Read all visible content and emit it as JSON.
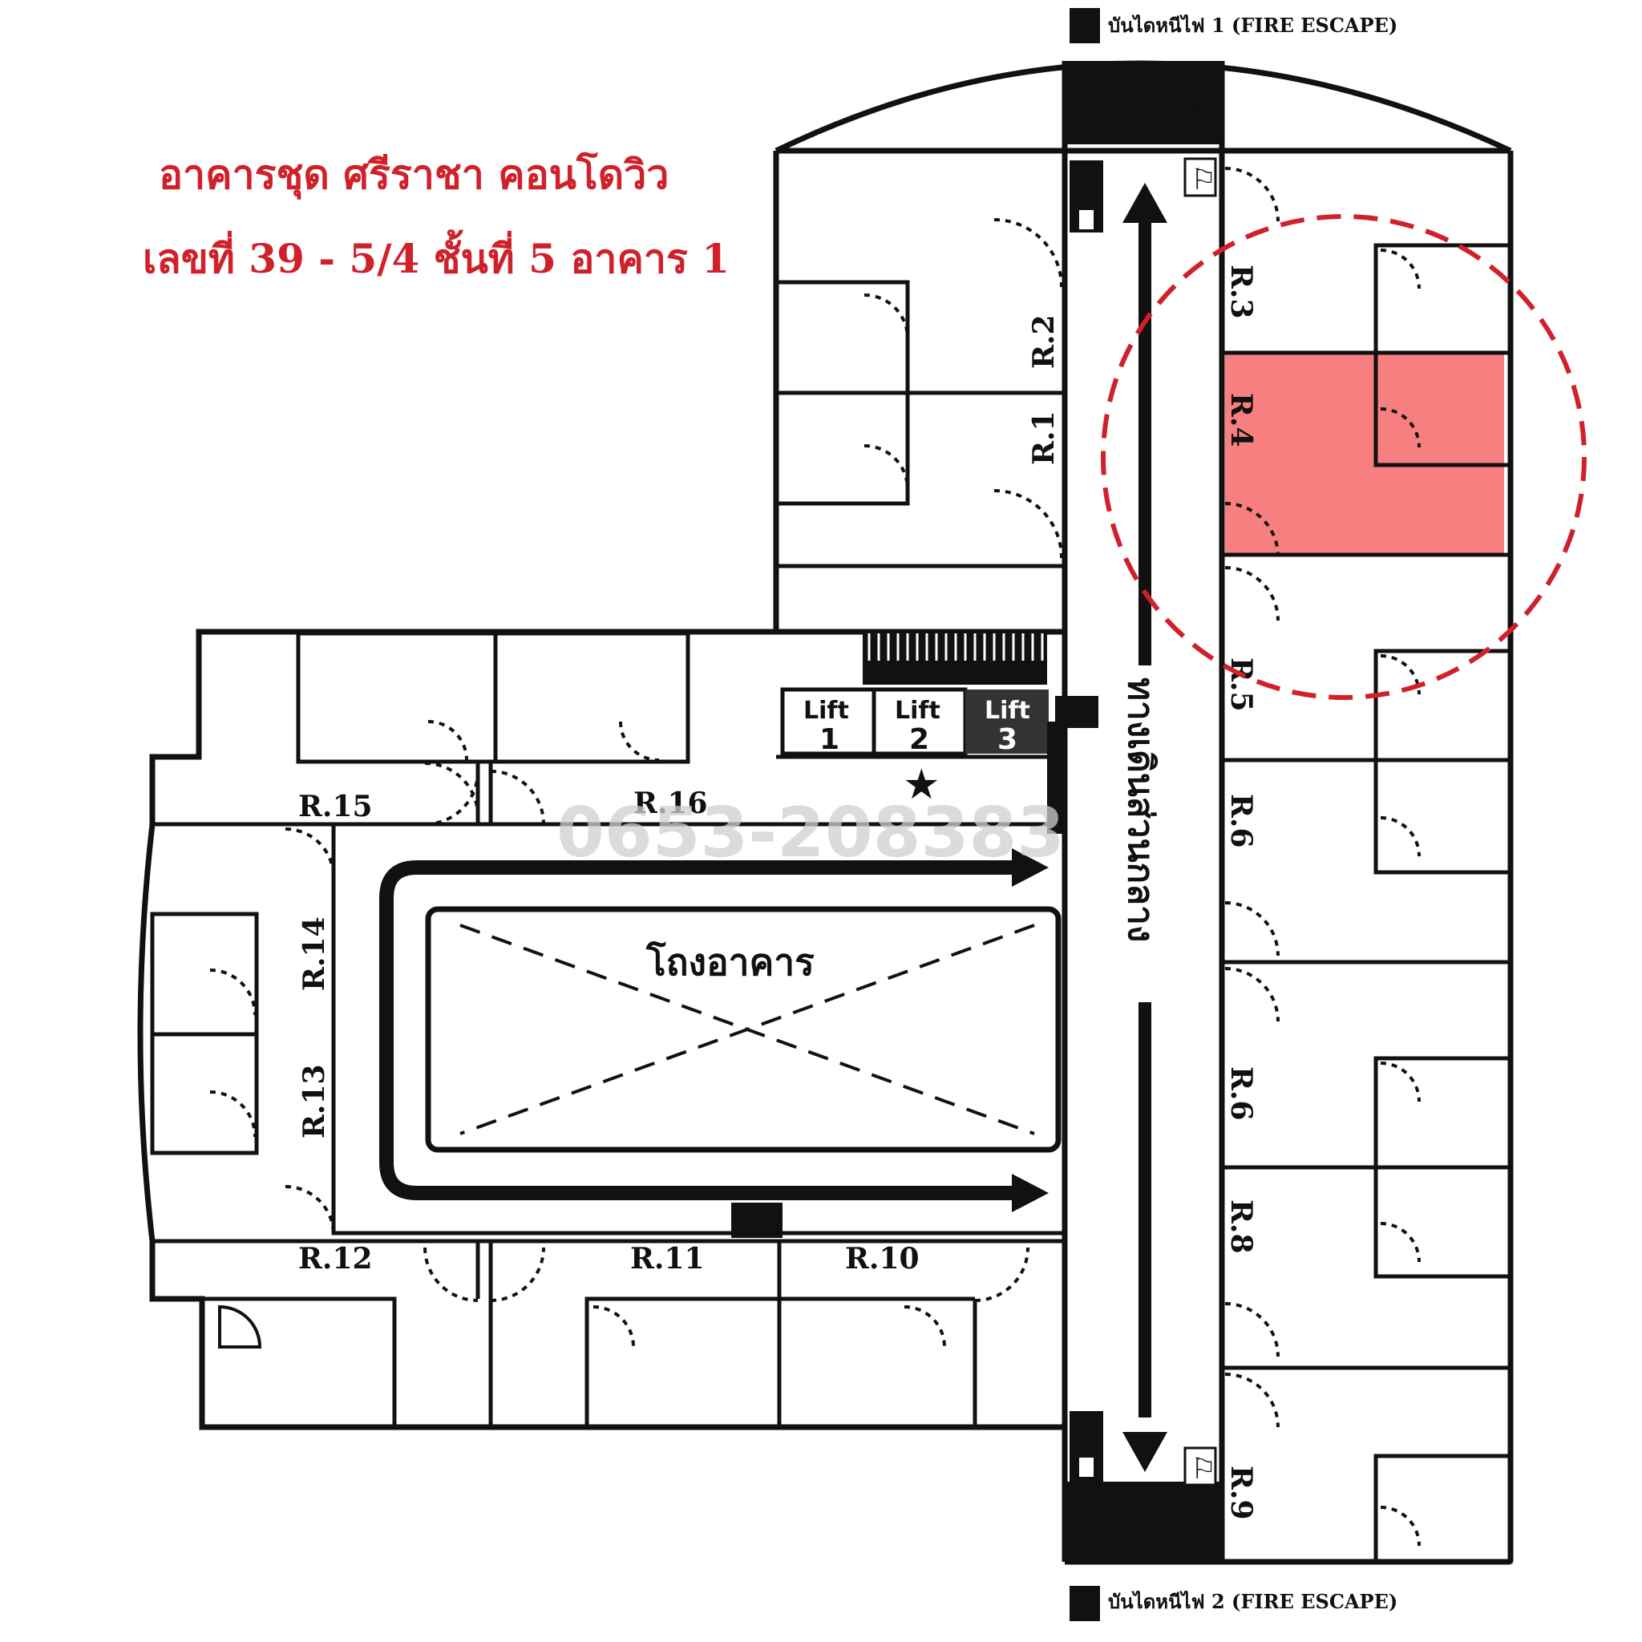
{
  "title": {
    "line1": "อาคารชุด ศรีราชา คอนโดวิว",
    "line2": "เลขที่ 39 - 5/4 ชั้นที่ 5 อาคาร 1"
  },
  "fire_escape": {
    "top": "บันไดหนีไฟ 1 (FIRE ESCAPE)",
    "bottom": "บันไดหนีไฟ 2 (FIRE ESCAPE)"
  },
  "corridor_label": "ทางเดินส่วนกลาง",
  "void_label": "โถงอาคาร",
  "watermark": "0653-208383",
  "lifts": [
    {
      "label": "Lift",
      "number": "1"
    },
    {
      "label": "Lift",
      "number": "2"
    },
    {
      "label": "Lift",
      "number": "3"
    }
  ],
  "rooms": {
    "r1": "R.1",
    "r2": "R.2",
    "r3": "R.3",
    "r4": "R.4",
    "r5": "R.5",
    "r6a": "R.6",
    "r6b": "R.6",
    "r8": "R.8",
    "r9": "R.9",
    "r10": "R.10",
    "r11": "R.11",
    "r12": "R.12",
    "r13": "R.13",
    "r14": "R.14",
    "r15": "R.15",
    "r16": "R.16"
  },
  "highlighted_room": "R.4",
  "colors": {
    "highlight_fill": "#f77f7f",
    "highlight_circle": "#d0202a",
    "title": "#d0202a",
    "walls": "#111111"
  }
}
